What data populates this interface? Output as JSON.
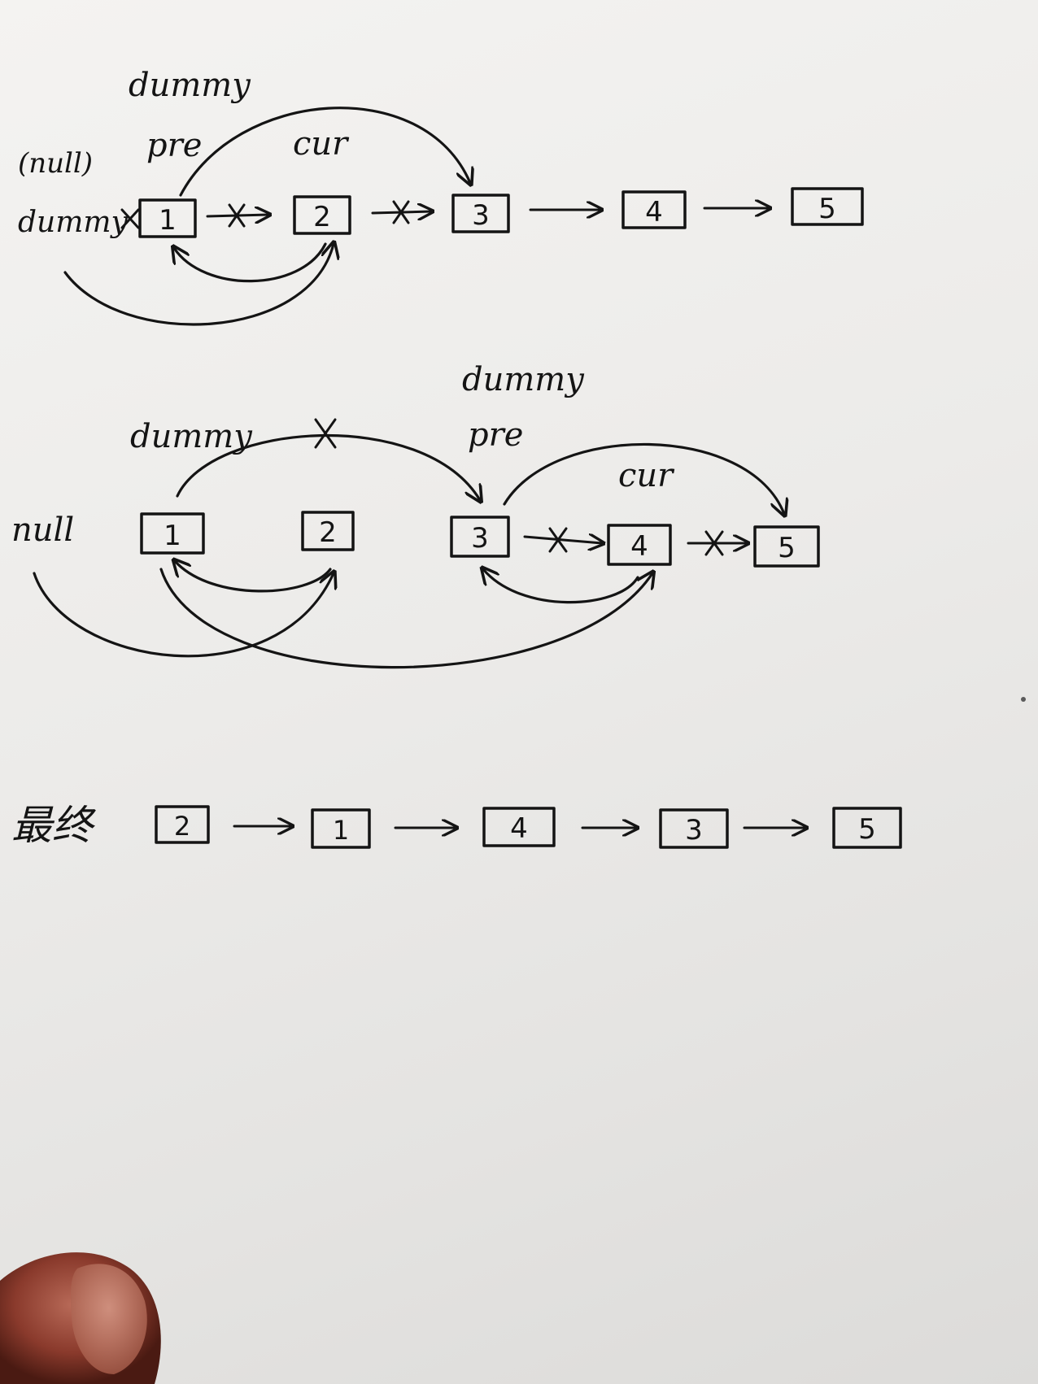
{
  "diagram_1": {
    "labels": {
      "dummy_top": "dummy",
      "pre": "pre",
      "cur": "cur",
      "null_paren": "(null)",
      "dummy_left": "dummy"
    },
    "nodes": [
      "1",
      "2",
      "3",
      "4",
      "5"
    ]
  },
  "diagram_2": {
    "labels": {
      "dummy_left": "dummy",
      "dummy_right": "dummy",
      "pre": "pre",
      "cur": "cur",
      "null": "null"
    },
    "nodes": [
      "1",
      "2",
      "3",
      "4",
      "5"
    ]
  },
  "final": {
    "label": "最终",
    "nodes": [
      "2",
      "1",
      "4",
      "3",
      "5"
    ]
  },
  "colors": {
    "ink": "#141414",
    "paper": "#eeedeb",
    "finger": "#8a3a2c"
  }
}
